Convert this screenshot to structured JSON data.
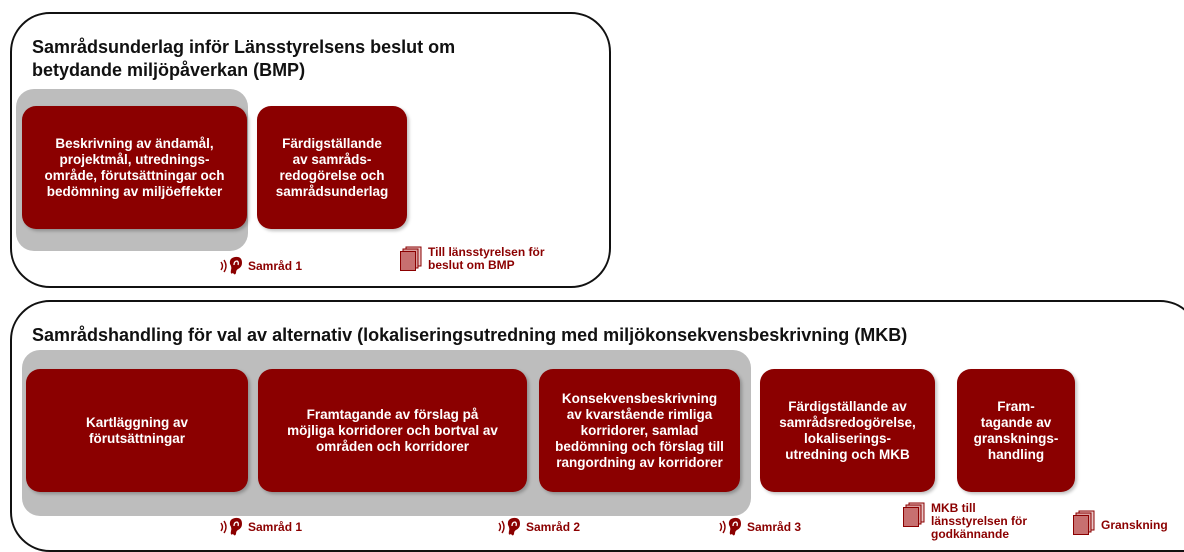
{
  "section1": {
    "title": "Samrådsunderlag inför Länsstyrelsens beslut om\nbetydande miljöpåverkan (BMP)",
    "boxes": [
      "Beskrivning av ändamål,\nprojektmål, utrednings-\nområde, förutsättningar och\nbedömning av miljöeffekter",
      "Färdigställande\nav samråds-\nredogörelse och\nsamrådsunderlag"
    ],
    "samrad": "Samråd 1",
    "doc": "Till länsstyrelsen för\nbeslut om BMP"
  },
  "section2": {
    "title": "Samrådshandling för val av alternativ (lokaliseringsutredning med miljökonsekvensbeskrivning (MKB)",
    "boxes": [
      "Kartläggning av\nförutsättningar",
      "Framtagande av förslag på\nmöjliga korridorer och bortval av\nområden och korridorer",
      "Konsekvensbeskrivning\nav kvarstående rimliga\nkorridorer, samlad\nbedömning och förslag till\nrangordning av korridorer",
      "Färdigställande av\nsamrådsredogörelse,\nlokaliserings-\nutredning och MKB",
      "Fram-\ntagande av\ngransknings-\nhandling"
    ],
    "samrad": [
      "Samråd 1",
      "Samråd 2",
      "Samråd 3"
    ],
    "docs": [
      "MKB till\nlänsstyrelsen för\ngodkännande",
      "Granskning"
    ]
  },
  "colors": {
    "box": "#8b0000",
    "gray": "#bdbdbd",
    "border": "#111111"
  },
  "icons": {
    "samrad": "ear-icon",
    "doc": "document-stack-icon"
  }
}
